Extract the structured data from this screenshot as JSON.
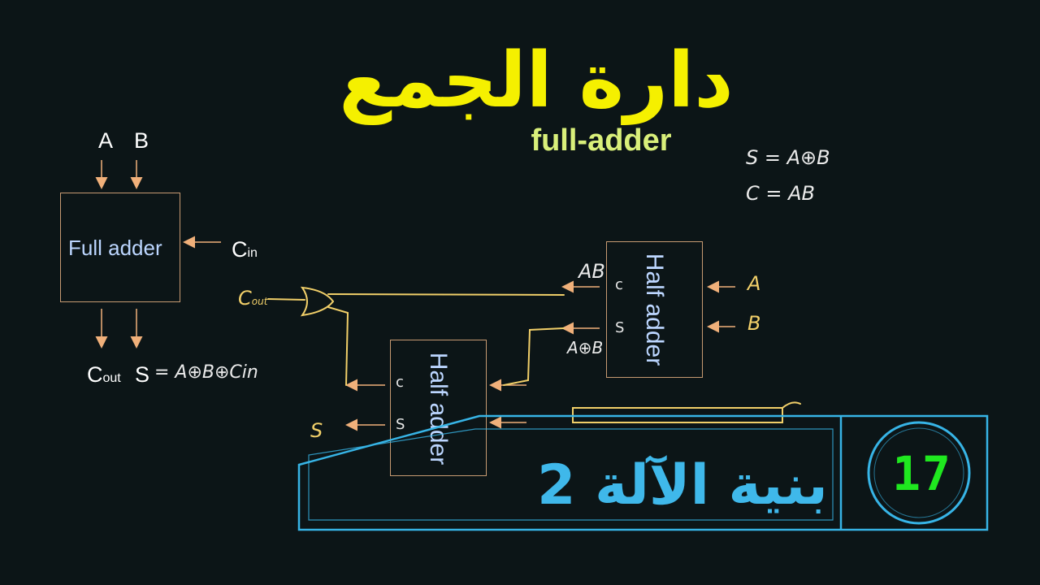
{
  "title_ar": "دارة الجمع",
  "title_en": "full-adder",
  "full_adder": {
    "label": "Full adder",
    "input_a": "A",
    "input_b": "B",
    "carry_in_main": "C",
    "carry_in_sub": "in",
    "carry_out_main": "C",
    "carry_out_sub": "out",
    "sum": "S",
    "sum_expr": "= A⊕B⊕Cin"
  },
  "notes": {
    "sum_formula": "S = A⊕B",
    "carry_formula": "C = AB"
  },
  "half_adder_1": {
    "label": "Half adder",
    "pin_c": "c",
    "pin_s": "S",
    "out_c_label": "AB",
    "out_s_label": "A⊕B",
    "input_a": "A",
    "input_b": "B"
  },
  "half_adder_2": {
    "label": "Half adder",
    "pin_c": "c",
    "pin_s": "S",
    "out_s_label": "S"
  },
  "or_gate_output": {
    "main": "C",
    "sub": "out"
  },
  "banner": {
    "text": "بنية الآلة 2",
    "counter": "17",
    "colors": {
      "accent": "#37b4e6",
      "counter": "#1fe81f"
    }
  },
  "colors": {
    "title": "#f5f000",
    "subtitle": "#d9ef7a",
    "box_border": "#c79a72",
    "arrow": "#f0b07a",
    "wire": "#f1cf69"
  }
}
